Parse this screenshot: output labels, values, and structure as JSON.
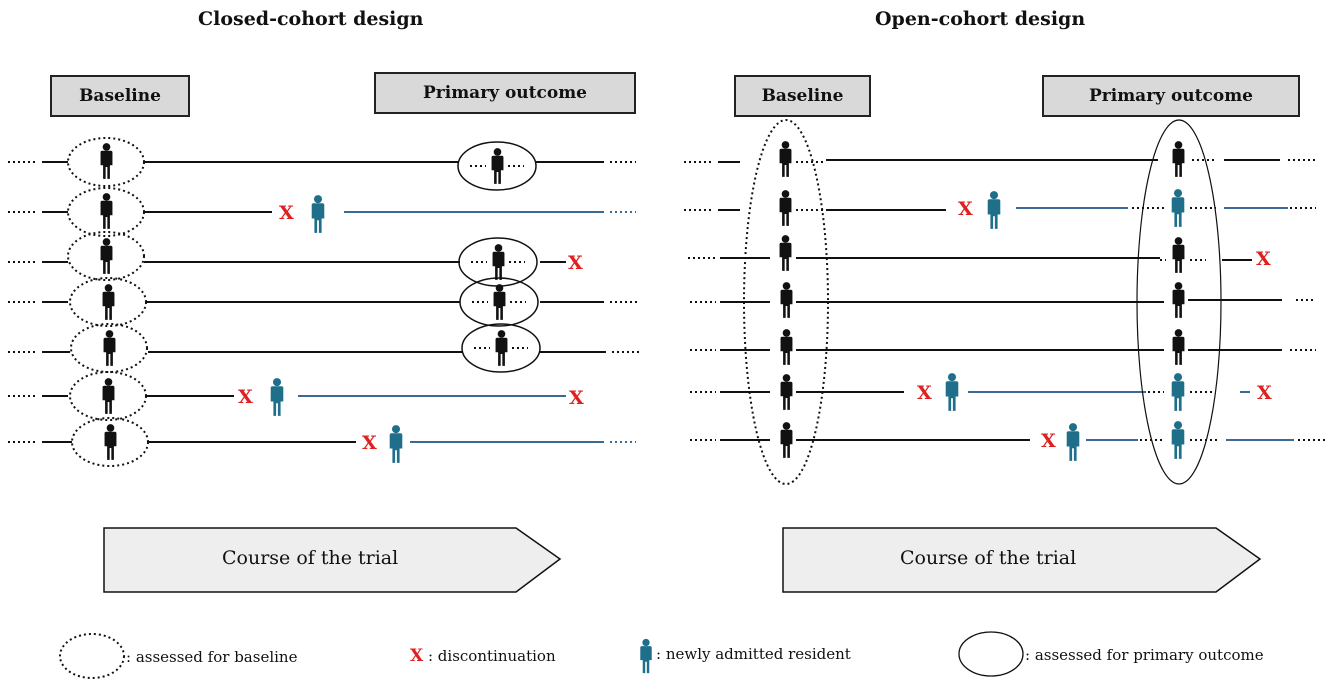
{
  "closed": {
    "title": "Closed-cohort design",
    "baseline_label": "Baseline",
    "outcome_label": "Primary outcome",
    "course_label": "Course of the trial"
  },
  "open": {
    "title": "Open-cohort design",
    "baseline_label": "Baseline",
    "outcome_label": "Primary outcome",
    "course_label": "Course of the trial"
  },
  "legend": {
    "baseline_text": ": assessed for baseline",
    "x_mark": "X",
    "discontinuation_text": ": discontinuation",
    "new_resident_text": ": newly admitted resident",
    "outcome_text": ": assessed for primary outcome"
  },
  "discontinuation_mark": "X",
  "colors": {
    "original_resident": "#111111",
    "new_resident": "#1f6f8b",
    "discontinuation": "#e02020",
    "line_original": "#111111",
    "line_new": "#3c6a96",
    "box_fill": "#d9d9d9",
    "arrow_fill": "#eeeeee"
  },
  "icons": {
    "resident": "person-icon",
    "new_resident": "person-icon-blue"
  }
}
